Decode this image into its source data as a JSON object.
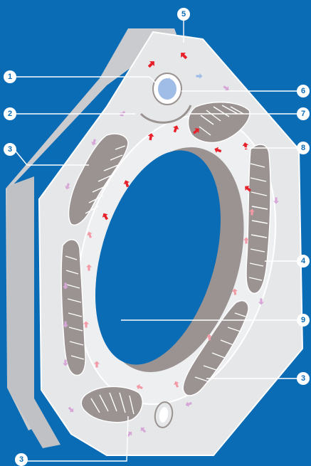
{
  "diagram": {
    "background_color": "#0b6cb6",
    "body_color": "#e6e7e9",
    "body_side_color": "#c9cbce",
    "tyre_channel_color": "#9a9391",
    "arrow_colors": {
      "strong": "#e8202a",
      "medium": "#f39aa6",
      "light": "#d7a7d8",
      "blue": "#9fbde6"
    },
    "callouts": [
      "1",
      "2",
      "3",
      "4",
      "5",
      "6",
      "7",
      "8",
      "9",
      "3",
      "3"
    ]
  }
}
